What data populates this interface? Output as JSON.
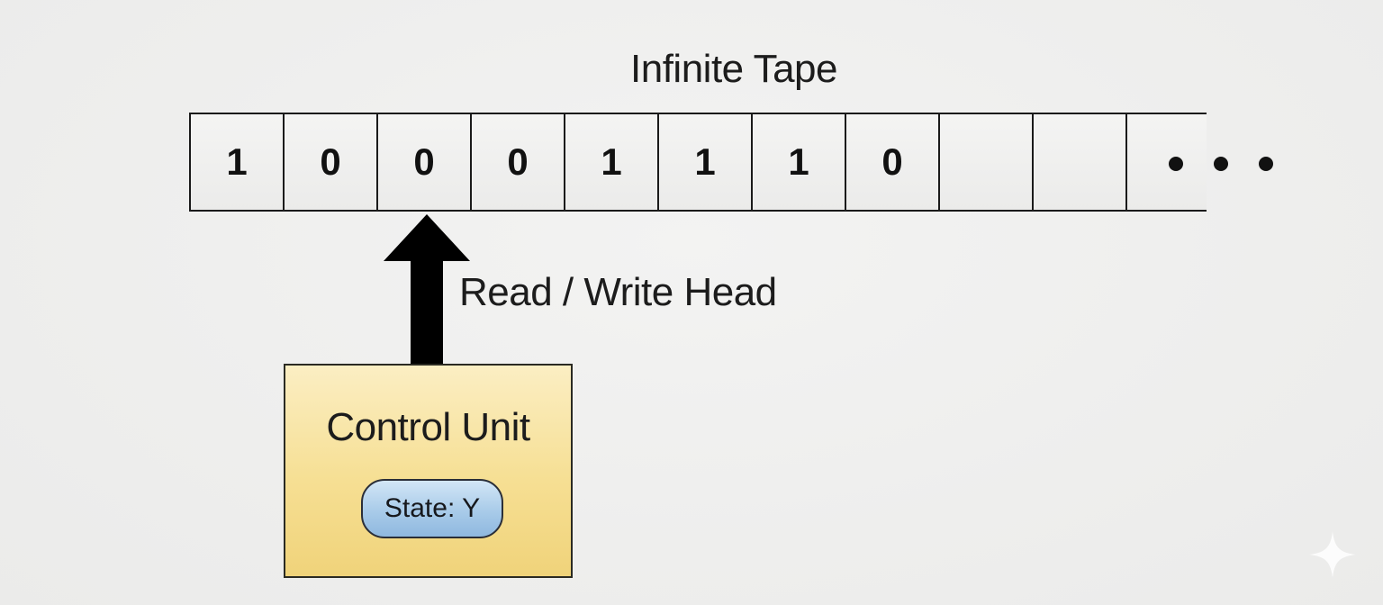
{
  "diagram": {
    "tape_title": "Infinite Tape",
    "cells": [
      "1",
      "0",
      "0",
      "0",
      "1",
      "1",
      "1",
      "0",
      "",
      "",
      ""
    ],
    "continuation": "• • •",
    "head_label": "Read / Write Head",
    "control_unit": {
      "label": "Control Unit",
      "state_text": "State: Y"
    }
  },
  "colors": {
    "control_unit_fill": "#f6df93",
    "state_pill_fill": "#a8cbe9",
    "arrow": "#000000"
  },
  "icons": {
    "arrow": "up-arrow-icon",
    "ellipsis": "ellipsis-icon",
    "sparkle": "sparkle-icon"
  }
}
